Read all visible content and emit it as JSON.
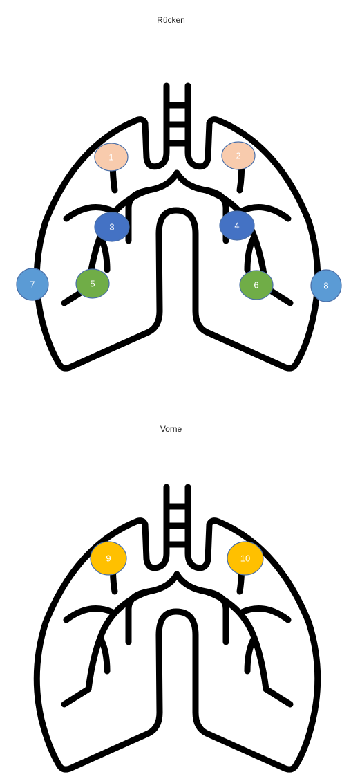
{
  "views": {
    "back": {
      "title": "Rücken"
    },
    "front": {
      "title": "Vorne"
    }
  },
  "colors": {
    "peach": "#f8cbad",
    "dark_blue": "#4472c4",
    "light_blue": "#5b9bd5",
    "green": "#70ad47",
    "gold": "#ffc000"
  },
  "spots": {
    "s1": {
      "label": "1",
      "color": "peach"
    },
    "s2": {
      "label": "2",
      "color": "peach"
    },
    "s3": {
      "label": "3",
      "color": "dark_blue"
    },
    "s4": {
      "label": "4",
      "color": "dark_blue"
    },
    "s5": {
      "label": "5",
      "color": "green"
    },
    "s6": {
      "label": "6",
      "color": "green"
    },
    "s7": {
      "label": "7",
      "color": "light_blue"
    },
    "s8": {
      "label": "8",
      "color": "light_blue"
    },
    "s9": {
      "label": "9",
      "color": "gold"
    },
    "s10": {
      "label": "10",
      "color": "gold"
    }
  }
}
